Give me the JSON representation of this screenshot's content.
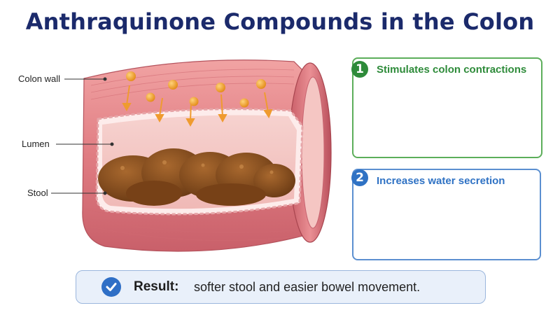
{
  "title": "Anthraquinone Compounds in the Colon",
  "labels": {
    "colon_wall": "Colon wall",
    "lumen": "Lumen",
    "stool": "Stool"
  },
  "panels": [
    {
      "number": "1",
      "title": "Stimulates colon contractions"
    },
    {
      "number": "2",
      "title": "Increases water secretion"
    }
  ],
  "result": {
    "label": "Result:",
    "text": "softer stool and easier bowel movement."
  },
  "colors": {
    "title": "#1b2a6b",
    "panel1": "#2e8b3a",
    "panel2": "#2f72c4",
    "tissue": "#e7848a",
    "stool": "#8a5223",
    "compound": "#f2a63a"
  }
}
